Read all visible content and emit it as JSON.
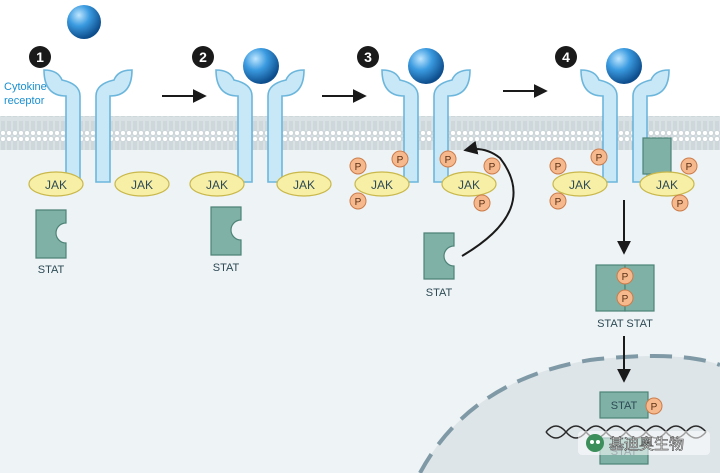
{
  "steps": [
    {
      "number": "1"
    },
    {
      "number": "2"
    },
    {
      "number": "3"
    },
    {
      "number": "4"
    }
  ],
  "labels": {
    "cytokine_receptor_line1": "Cytokine",
    "cytokine_receptor_line2": "receptor",
    "jak": "JAK",
    "stat": "STAT",
    "phospho": "P",
    "stat_dimer": "STAT STAT"
  },
  "watermark": {
    "text": "基迪奥生物"
  },
  "colors": {
    "background_upper": "#ffffff",
    "background_lower": "#eef3f5",
    "membrane": "#d7dfe2",
    "membrane_head": "#ffffff",
    "receptor_fill": "#c9e8f7",
    "receptor_stroke": "#6cb6dc",
    "jak_fill": "#f8efa6",
    "jak_stroke": "#c9b84c",
    "stat_fill": "#7fb1a6",
    "stat_stroke": "#4d8378",
    "phospho_fill": "#f6b98d",
    "phospho_stroke": "#cc7c4b",
    "label_blue": "#1a8fcf",
    "label_dark": "#2d4a55",
    "arrow": "#1a1a1a",
    "nucleus_fill": "#dde5e8",
    "nucleus_dash": "#7f9aa6",
    "step_badge": "#1a1a1a"
  }
}
